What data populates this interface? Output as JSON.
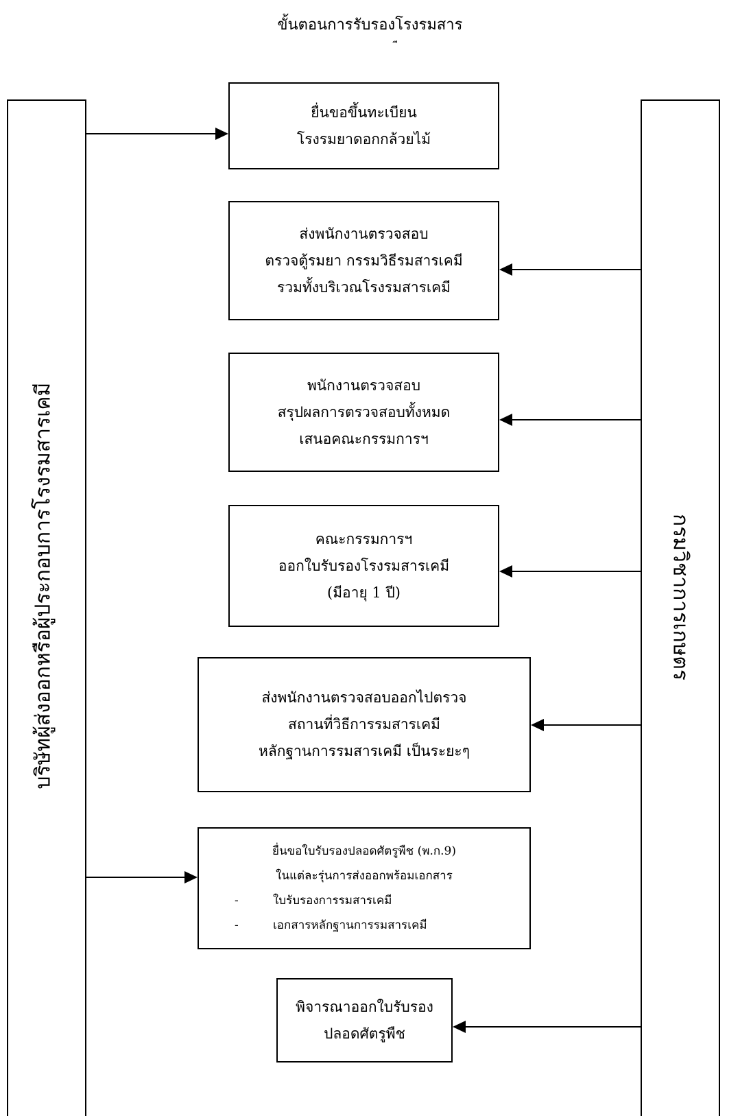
{
  "title": "ขั้นตอนการรับรองโรงรมสาร",
  "title_mark": "ี",
  "left_actor": {
    "label": "บริษัทผู้ส่งออกหรือผู้ประกอบการโรงรมสารเคมี"
  },
  "right_actor": {
    "label": "กรมวิชาการเกษตร"
  },
  "steps": [
    {
      "lines": [
        "ยื่นขอขึ้นทะเบียน",
        "โรงรมยาดอกกล้วยไม้"
      ]
    },
    {
      "lines": [
        "ส่งพนักงานตรวจสอบ",
        "ตรวจตู้รมยา กรรมวิธีรมสารเคมี",
        "รวมทั้งบริเวณโรงรมสารเคมี"
      ]
    },
    {
      "lines": [
        "พนักงานตรวจสอบ",
        "สรุปผลการตรวจสอบทั้งหมด",
        "เสนอคณะกรรมการฯ"
      ]
    },
    {
      "lines": [
        "คณะกรรมการฯ",
        "ออกใบรับรองโรงรมสารเคมี",
        "(มีอายุ 1 ปี)"
      ]
    },
    {
      "lines": [
        "ส่งพนักงานตรวจสอบออกไปตรวจ",
        "สถานที่วิธีการรมสารเคมี",
        "หลักฐานการรมสารเคมี เป็นระยะๆ"
      ]
    },
    {
      "lines": [
        "ยื่นขอใบรับรองปลอดศัตรูพืช (พ.ก.9)",
        "ในแต่ละรุ่นการส่งออกพร้อมเอกสาร"
      ],
      "bullets": [
        {
          "dash": "-",
          "text": "ใบรับรองการรมสารเคมี"
        },
        {
          "dash": "-",
          "text": "เอกสารหลักฐานการรมสารเคมี"
        }
      ]
    },
    {
      "lines": [
        "พิจารณาออกใบรับรอง",
        "ปลอดศัตรูพืช"
      ]
    }
  ]
}
